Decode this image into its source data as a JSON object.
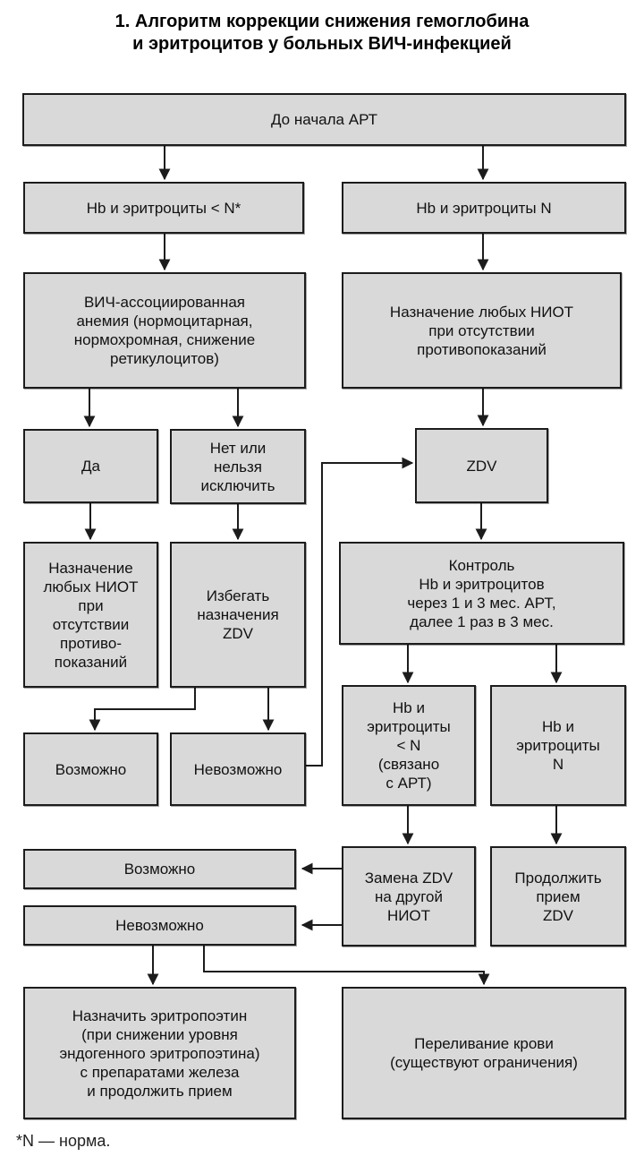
{
  "title": "1. Алгоритм коррекции снижения гемоглобина\nи эритроцитов у больных ВИЧ-инфекцией",
  "footnote": "*N — норма.",
  "colors": {
    "box_fill": "#d9d9d9",
    "box_border": "#1c1c1c",
    "line": "#1c1c1c",
    "background": "#ffffff"
  },
  "nodes": {
    "start": "До начала АРТ",
    "hb_low": "Hb и эритроциты < N*",
    "hb_normal": "Hb  и эритроциты N",
    "hiv_anemia": "ВИЧ-ассоциированная\nанемия (нормоцитарная,\nнормохромная, снижение\nретикулоцитов)",
    "nrti_right": "Назначение любых НИОТ\nпри отсутствии\nпротивопоказаний",
    "yes": "Да",
    "no_exclude": "Нет или\nнельзя\nисключить",
    "zdv": "ZDV",
    "nrti_left": "Назначение\nлюбых НИОТ\nпри\nотсутствии\nпротиво-\nпоказаний",
    "avoid_zdv": "Избегать\nназначения\nZDV",
    "control": "Контроль\nHb и эритроцитов\nчерез 1 и 3 мес. АРТ,\nдалее 1 раз в 3 мес.",
    "possible_small": "Возможно",
    "impossible_small": "Невозможно",
    "hb_low_art": "Hb и\nэритроциты\n< N\n(связано\nс АРТ)",
    "hb_normal2": "Hb и\nэритроциты\nN",
    "possible_wide": "Возможно",
    "impossible_wide": "Невозможно",
    "replace_zdv": "Замена ZDV\nна другой\nНИОТ",
    "continue_zdv": "Продолжить\nприем\nZDV",
    "epo": "Назначить эритропоэтин\n(при снижении уровня\nэндогенного эритропоэтина)\nс препаратами железа\nи продолжить прием",
    "transfusion": "Переливание крови\n(существуют ограничения)"
  }
}
